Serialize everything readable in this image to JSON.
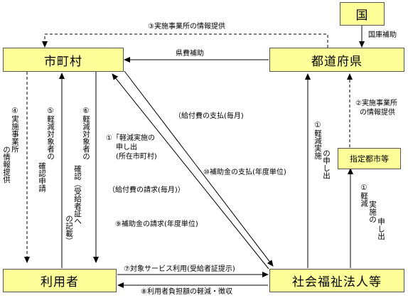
{
  "boxes": {
    "kuni": "国",
    "municipality": "市町村",
    "prefecture": "都道府県",
    "designated_city": "指定都市等",
    "user": "利用者",
    "corporation": "社会福祉法人等"
  },
  "labels": {
    "l3_info_top": "③実施事業所の情報提供",
    "national_subsidy": "国庫補助",
    "pref_subsidy": "県費補助",
    "l2_line1": "②実施事業所",
    "l2_line2": "の情報提供",
    "l4_v1": "④実施事業所",
    "l4_v2": "の情報提供",
    "l5_v1": "⑤軽減対象者の",
    "l5_v2": "確認申請",
    "l6_v1": "⑥軽減対象者の",
    "l6_v2": "確認（受給者証へ",
    "l6_v3": "の記載）",
    "l1_line1": "①「軽減実施の",
    "l1_line2": "申し出",
    "l1_line3": "(所在市町村)",
    "benefit_payment": "（給付費の支払(毎月)",
    "subsidy_payment": "⑩補助金の支払(年度単位)",
    "benefit_claim": "（給付費の請求(毎月)）",
    "subsidy_claim": "⑨補助金の請求(年度単位)",
    "l1_pref_v1": "①軽減実施",
    "l1_pref_v2": "の申し出",
    "l1_city_v1": "①軽減",
    "l1_city_v2": "実施の",
    "l1_city_v3": "申し出",
    "service_use": "⑦対象サービス利用(受給者証提示)",
    "burden_reduction": "⑧利用者負担額の軽減・徴収"
  },
  "colors": {
    "box_fill": "#ffff99",
    "box_border": "#555555",
    "line": "#000000"
  }
}
